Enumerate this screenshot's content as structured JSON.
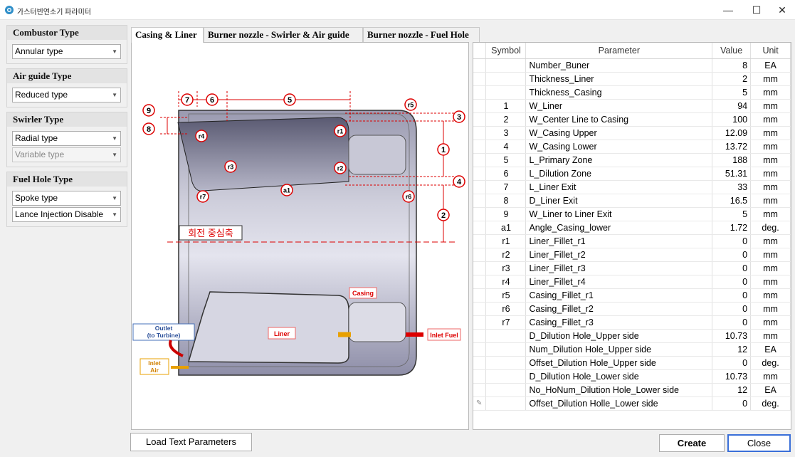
{
  "window": {
    "title": "가스터빈연소기 파라미터",
    "minimize": "—",
    "maximize": "☐",
    "close": "✕"
  },
  "sidebar": {
    "combustor": {
      "label": "Combustor Type",
      "value": "Annular type"
    },
    "airguide": {
      "label": "Air guide Type",
      "value": "Reduced type"
    },
    "swirler": {
      "label": "Swirler Type",
      "value": "Radial type",
      "value2": "Variable type"
    },
    "fuelhole": {
      "label": "Fuel Hole Type",
      "value": "Spoke type",
      "value2": "Lance Injection Disable"
    }
  },
  "tabs": [
    "Casing & Liner",
    "Burner nozzle - Swirler & Air guide",
    "Burner nozzle - Fuel Hole"
  ],
  "diagram": {
    "dims": [
      "1",
      "2",
      "3",
      "4",
      "5",
      "6",
      "7",
      "8",
      "9"
    ],
    "radii": [
      "r1",
      "r2",
      "r3",
      "r4",
      "r5",
      "r6",
      "r7",
      "a1"
    ],
    "axis_label": "회전 중심축",
    "casing": "Casing",
    "liner": "Liner",
    "inlet_fuel": "Inlet Fuel",
    "outlet1": "Outlet",
    "outlet2": "(to Turbine)",
    "inlet1": "Inlet",
    "inlet2": "Air"
  },
  "grid": {
    "headers": [
      "Symbol",
      "Parameter",
      "Value",
      "Unit"
    ],
    "rows": [
      {
        "s": "",
        "p": "Number_Buner",
        "v": "8",
        "u": "EA"
      },
      {
        "s": "",
        "p": "Thickness_Liner",
        "v": "2",
        "u": "mm"
      },
      {
        "s": "",
        "p": "Thickness_Casing",
        "v": "5",
        "u": "mm"
      },
      {
        "s": "1",
        "p": "W_Liner",
        "v": "94",
        "u": "mm"
      },
      {
        "s": "2",
        "p": "W_Center Line to Casing",
        "v": "100",
        "u": "mm"
      },
      {
        "s": "3",
        "p": "W_Casing Upper",
        "v": "12.09",
        "u": "mm"
      },
      {
        "s": "4",
        "p": "W_Casing Lower",
        "v": "13.72",
        "u": "mm"
      },
      {
        "s": "5",
        "p": "L_Primary Zone",
        "v": "188",
        "u": "mm"
      },
      {
        "s": "6",
        "p": "L_Dilution Zone",
        "v": "51.31",
        "u": "mm"
      },
      {
        "s": "7",
        "p": "L_Liner Exit",
        "v": "33",
        "u": "mm"
      },
      {
        "s": "8",
        "p": "D_Liner Exit",
        "v": "16.5",
        "u": "mm"
      },
      {
        "s": "9",
        "p": "W_Liner to Liner Exit",
        "v": "5",
        "u": "mm"
      },
      {
        "s": "a1",
        "p": "Angle_Casing_lower",
        "v": "1.72",
        "u": "deg."
      },
      {
        "s": "r1",
        "p": "Liner_Fillet_r1",
        "v": "0",
        "u": "mm"
      },
      {
        "s": "r2",
        "p": "Liner_Fillet_r2",
        "v": "0",
        "u": "mm"
      },
      {
        "s": "r3",
        "p": "Liner_Fillet_r3",
        "v": "0",
        "u": "mm"
      },
      {
        "s": "r4",
        "p": "Liner_Fillet_r4",
        "v": "0",
        "u": "mm"
      },
      {
        "s": "r5",
        "p": "Casing_Fillet_r1",
        "v": "0",
        "u": "mm"
      },
      {
        "s": "r6",
        "p": "Casing_Fillet_r2",
        "v": "0",
        "u": "mm"
      },
      {
        "s": "r7",
        "p": "Casing_Fillet_r3",
        "v": "0",
        "u": "mm"
      },
      {
        "s": "",
        "p": "D_Dilution Hole_Upper side",
        "v": "10.73",
        "u": "mm"
      },
      {
        "s": "",
        "p": "Num_Dilution Hole_Upper side",
        "v": "12",
        "u": "EA"
      },
      {
        "s": "",
        "p": "Offset_Dilution Hole_Upper side",
        "v": "0",
        "u": "deg."
      },
      {
        "s": "",
        "p": "D_Dilution Hole_Lower side",
        "v": "10.73",
        "u": "mm"
      },
      {
        "s": "",
        "p": "No_HoNum_Dilution Hole_Lower side",
        "v": "12",
        "u": "EA"
      },
      {
        "s": "",
        "p": "Offset_Dilution Holle_Lower side",
        "v": "0",
        "u": "deg."
      }
    ]
  },
  "buttons": {
    "load": "Load Text Parameters",
    "create": "Create",
    "close": "Close"
  }
}
